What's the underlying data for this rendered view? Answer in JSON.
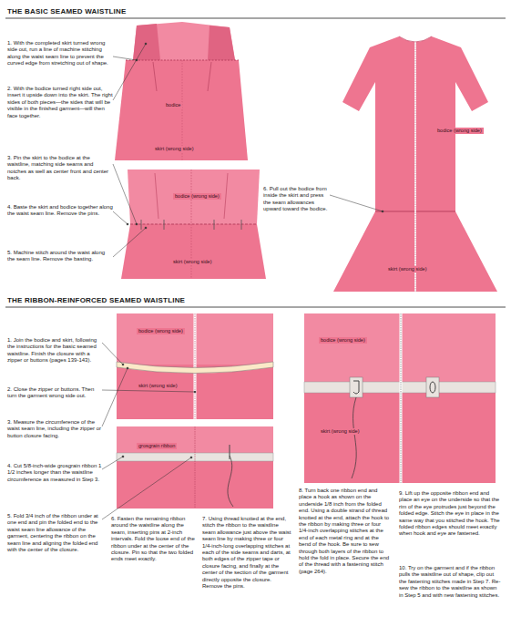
{
  "diagram": {
    "labels": [
      "THE BASIC SEAMED WAISTLINE",
      "1. With the completed skirt turned wrong side out, run a line of machine stitching along the waist seam line to prevent the curved edge from stretching out of shape.",
      "2. With the bodice turned right side out, insert it upside down into the skirt. The right sides of both pieces—the sides that will be visible in the finished garment—will then face together.",
      "3. Pin the skirt to the bodice at the waistline, matching side seams and notches as well as center front and center back.",
      "4. Baste the skirt and bodice together along the waist seam line. Remove the pins.",
      "5. Machine stitch around the waist along the seam line. Remove the basting.",
      "6. Pull out the bodice from inside the skirt and press the seam allowances upward toward the bodice.",
      "bodice",
      "skirt (wrong side)",
      "bodice (wrong side)",
      "skirt (wrong side)",
      "bodice (wrong side)",
      "skirt (wrong side)",
      "THE RIBBON-REINFORCED SEAMED WAISTLINE",
      "1. Join the bodice and skirt, following the instructions for the basic seamed waistline. Finish the closure with a zipper or buttons (pages 139-143).",
      "2. Close the zipper or buttons. Then turn the garment wrong side out.",
      "3. Measure the circumference of the waist seam line, including the zipper or button closure facing.",
      "4. Cut 5/8-inch-wide grosgrain ribbon 1 1/2 inches longer than the waistline circumference as measured in Step 3.",
      "5. Fold 3/4 inch of the ribbon under at one end and pin the folded end to the waist seam line allowance of the garment, centering the ribbon on the seam line and aligning the folded end with the center of the closure.",
      "6. Fasten the remaining ribbon around the waistline along the seam, inserting pins at 2-inch intervals. Fold the loose end of the ribbon under at the center of the closure. Pin so that the two folded ends meet exactly.",
      "7. Using thread knotted at the end, stitch the ribbon to the waistline seam allowance just above the waist seam line by making three or four 1/4-inch-long overlapping stitches at each of the side seams and darts, at both edges of the zipper tape or closure facing, and finally at the center of the section of the garment directly opposite the closure. Remove the pins.",
      "8. Turn back one ribbon end and place a hook as shown on the underside 1/8 inch from the folded end. Using a double strand of thread knotted at the end, attach the hook to the ribbon by making three or four 1/4-inch overlapping stitches at the end of each metal ring and at the bend of the hook. Be sure to sew through both layers of the ribbon to hold the fold in place. Secure the end of the thread with a fastening stitch (page 264).",
      "9. Lift up the opposite ribbon end and place an eye on the underside so that the rim of the eye protrudes just beyond the folded edge. Stitch the eye in place in the same way that you stitched the hook. The folded ribbon edges should meet exactly when hook and eye are fastened.",
      "10. Try on the garment and if the ribbon pulls the waistline out of shape, clip out the fastening stitches made in Step 7. Re-sew the ribbon to the waistline as shown in Step 5 and with new fastening stitches.",
      "bodice (wrong side)",
      "skirt (wrong side)",
      "grosgrain ribbon",
      "bodice (wrong side)",
      "skirt (wrong side)"
    ]
  }
}
